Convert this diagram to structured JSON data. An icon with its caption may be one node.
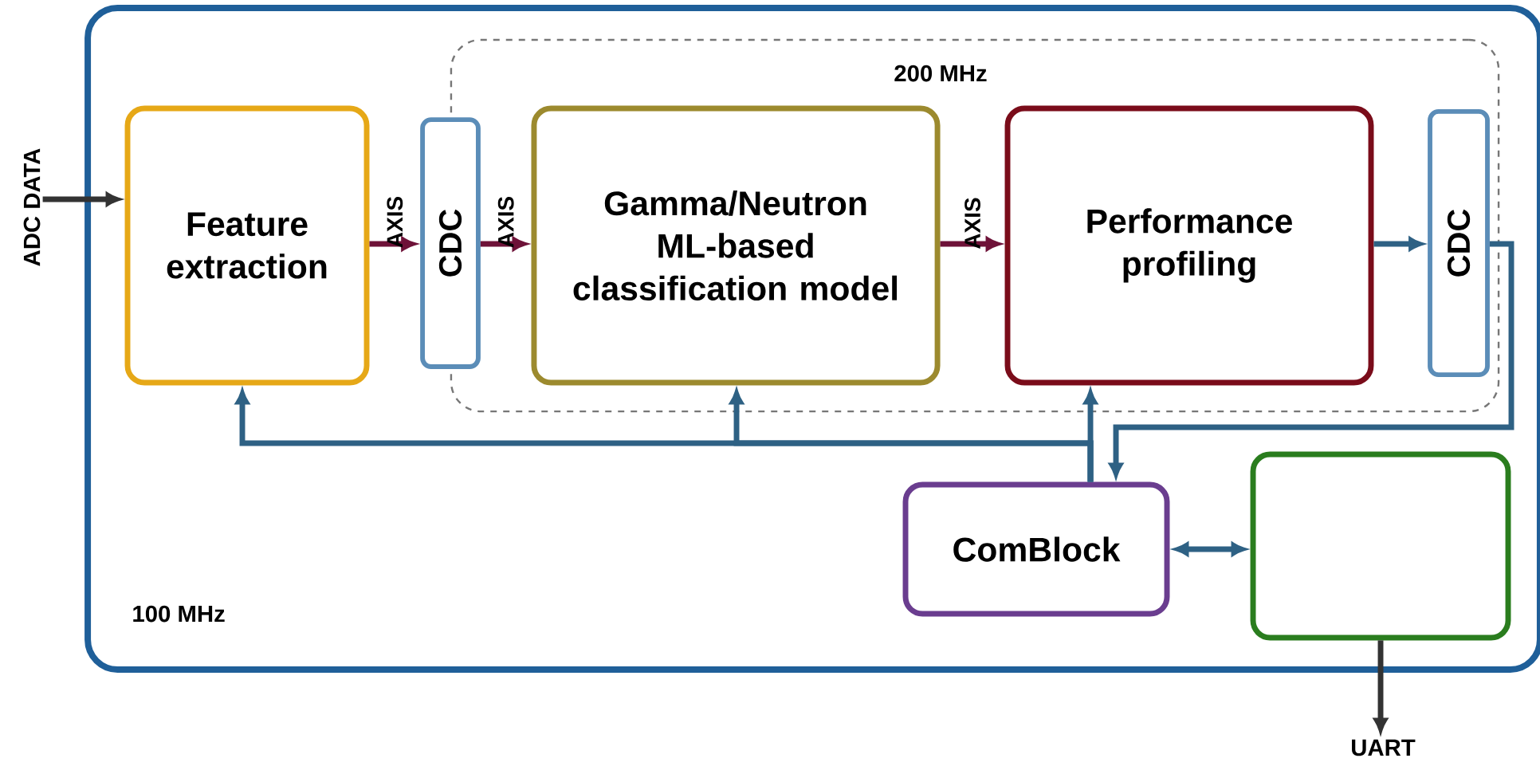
{
  "diagram": {
    "nodes": [
      {
        "text": [
          "100 MHz"
        ]
      },
      {
        "text": [
          "200 MHz"
        ],
        "in": 0
      },
      {
        "text": [
          "Feature extraction"
        ],
        "in": 0
      },
      {
        "text": [
          "CDC"
        ],
        "in": 0
      },
      {
        "text": [
          "Gamma/Neutron ML-based classification model"
        ],
        "in": 1
      },
      {
        "text": [
          "Performance profiling"
        ],
        "in": 1
      },
      {
        "text": [
          "CDC"
        ],
        "in": 1
      },
      {
        "text": [
          "ComBlock"
        ],
        "in": 0
      },
      {
        "text": [],
        "shape": "box",
        "in": 0
      },
      {
        "text": [
          "ADC DATA"
        ]
      },
      {
        "text": [
          "UART"
        ]
      }
    ],
    "edges": [
      {
        "from": 9,
        "to": 2,
        "arrow": "to",
        "color": "#333333"
      },
      {
        "from": 2,
        "to": 3,
        "arrow": "to",
        "label": "AXIS",
        "color": "#6e1238"
      },
      {
        "from": 3,
        "to": 4,
        "arrow": "to",
        "label": "AXIS",
        "color": "#6e1238"
      },
      {
        "from": 4,
        "to": 5,
        "arrow": "to",
        "label": "AXIS",
        "color": "#6e1238"
      },
      {
        "from": 5,
        "to": 6,
        "arrow": "to"
      },
      {
        "from": 6,
        "to": 7,
        "arrow": "to"
      },
      {
        "from": 7,
        "to": 2,
        "arrow": "to"
      },
      {
        "from": 7,
        "to": 4,
        "arrow": "to"
      },
      {
        "from": 7,
        "to": 5,
        "arrow": "to"
      },
      {
        "from": 7,
        "to": 8,
        "arrow": "both"
      },
      {
        "from": 8,
        "to": 10,
        "arrow": "to",
        "color": "#333333"
      }
    ]
  }
}
